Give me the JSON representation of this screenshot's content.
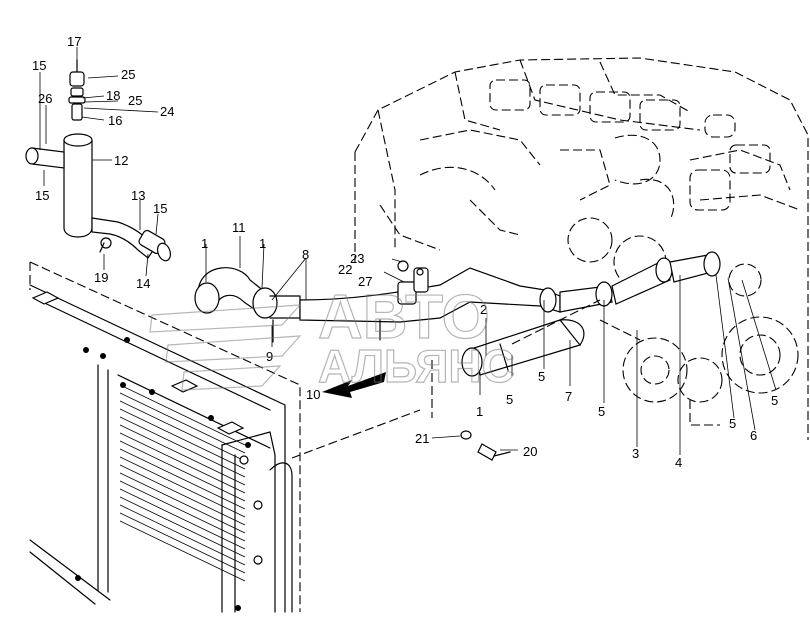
{
  "diagram": {
    "callouts": [
      {
        "id": "c17",
        "text": "17"
      },
      {
        "id": "c15a",
        "text": "15"
      },
      {
        "id": "c25a",
        "text": "25"
      },
      {
        "id": "c26",
        "text": "26"
      },
      {
        "id": "c18",
        "text": "18"
      },
      {
        "id": "c25b",
        "text": "25"
      },
      {
        "id": "c24",
        "text": "24"
      },
      {
        "id": "c16",
        "text": "16"
      },
      {
        "id": "c12",
        "text": "12"
      },
      {
        "id": "c15b",
        "text": "15"
      },
      {
        "id": "c13",
        "text": "13"
      },
      {
        "id": "c15c",
        "text": "15"
      },
      {
        "id": "c19",
        "text": "19"
      },
      {
        "id": "c14",
        "text": "14"
      },
      {
        "id": "c1a",
        "text": "1"
      },
      {
        "id": "c11",
        "text": "11"
      },
      {
        "id": "c1b",
        "text": "1"
      },
      {
        "id": "c8",
        "text": "8"
      },
      {
        "id": "c23",
        "text": "23"
      },
      {
        "id": "c22",
        "text": "22"
      },
      {
        "id": "c27",
        "text": "27"
      },
      {
        "id": "c9",
        "text": "9"
      },
      {
        "id": "c10",
        "text": "10"
      },
      {
        "id": "c2",
        "text": "2"
      },
      {
        "id": "c5a",
        "text": "5"
      },
      {
        "id": "c5b",
        "text": "5"
      },
      {
        "id": "c1c",
        "text": "1"
      },
      {
        "id": "c7",
        "text": "7"
      },
      {
        "id": "c5c",
        "text": "5"
      },
      {
        "id": "c3",
        "text": "3"
      },
      {
        "id": "c4",
        "text": "4"
      },
      {
        "id": "c5d",
        "text": "5"
      },
      {
        "id": "c6",
        "text": "6"
      },
      {
        "id": "c5e",
        "text": "5"
      },
      {
        "id": "c21",
        "text": "21"
      },
      {
        "id": "c20",
        "text": "20"
      }
    ],
    "watermark": {
      "line1": "АВТО",
      "line2": "АЛЬЯНС"
    }
  }
}
